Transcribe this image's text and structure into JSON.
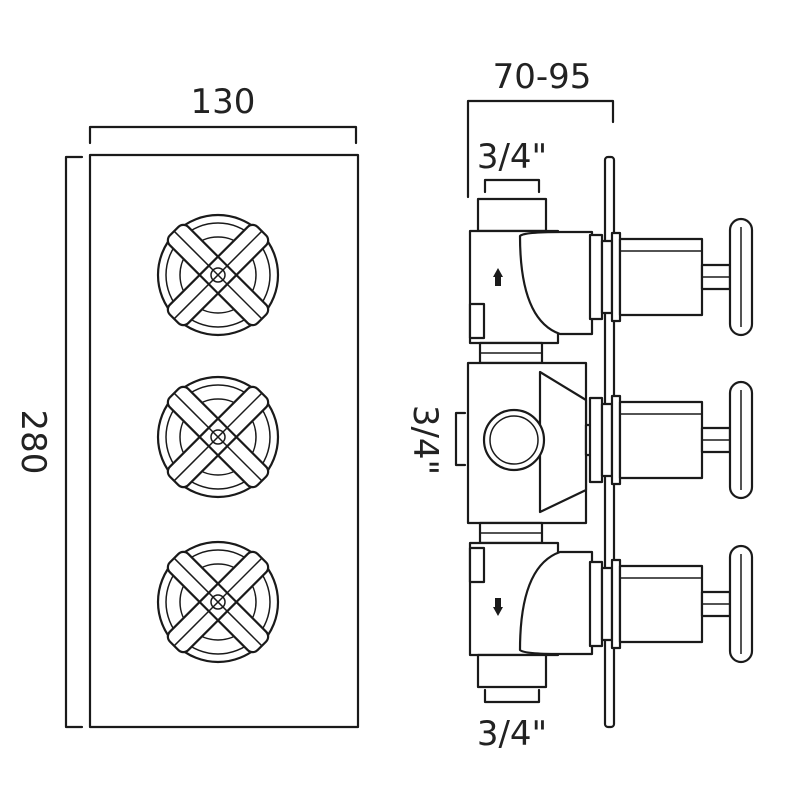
{
  "dimensions": {
    "front_width": "130",
    "front_height": "280",
    "depth": "70-95",
    "top_outlet": "3/4\"",
    "side_outlet": "3/4\"",
    "bottom_outlet": "3/4\""
  },
  "colors": {
    "line": "#1a1a1a",
    "background": "#ffffff"
  },
  "icons": {
    "flow_up": "arrow-up-icon",
    "flow_down": "arrow-down-icon"
  }
}
